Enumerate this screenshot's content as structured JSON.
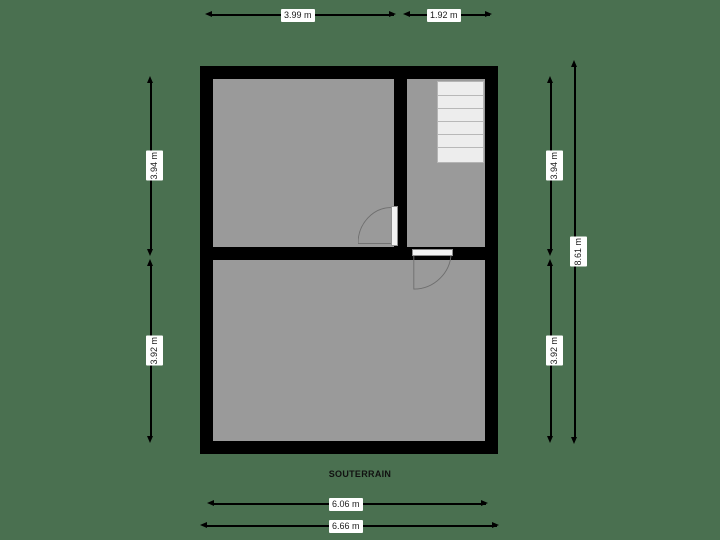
{
  "plan": {
    "title": "SOUTERRAIN",
    "colors": {
      "background": "#4a7050",
      "wall": "#000000",
      "floor": "#9a9a9a",
      "stair": "#ededed",
      "label_bg": "#ffffff",
      "label_text": "#1a1a1a"
    },
    "rooms": [
      {
        "name": "upper-left-room"
      },
      {
        "name": "upper-right-room"
      },
      {
        "name": "lower-room"
      }
    ],
    "stairs": {
      "name": "staircase",
      "steps": 6
    },
    "doors": [
      {
        "name": "door-between-upper-rooms",
        "swing": "left"
      },
      {
        "name": "door-to-lower-room",
        "swing": "down-left"
      }
    ]
  },
  "dimensions": {
    "top": [
      {
        "label": "3.99 m"
      },
      {
        "label": "1.92 m"
      }
    ],
    "left": [
      {
        "label": "3.94 m"
      },
      {
        "label": "3.92 m"
      }
    ],
    "right_inner": [
      {
        "label": "3.94 m"
      },
      {
        "label": "3.92 m"
      }
    ],
    "right_outer": [
      {
        "label": "8.61 m"
      }
    ],
    "bottom": [
      {
        "label": "6.06 m"
      },
      {
        "label": "6.66 m"
      }
    ]
  }
}
